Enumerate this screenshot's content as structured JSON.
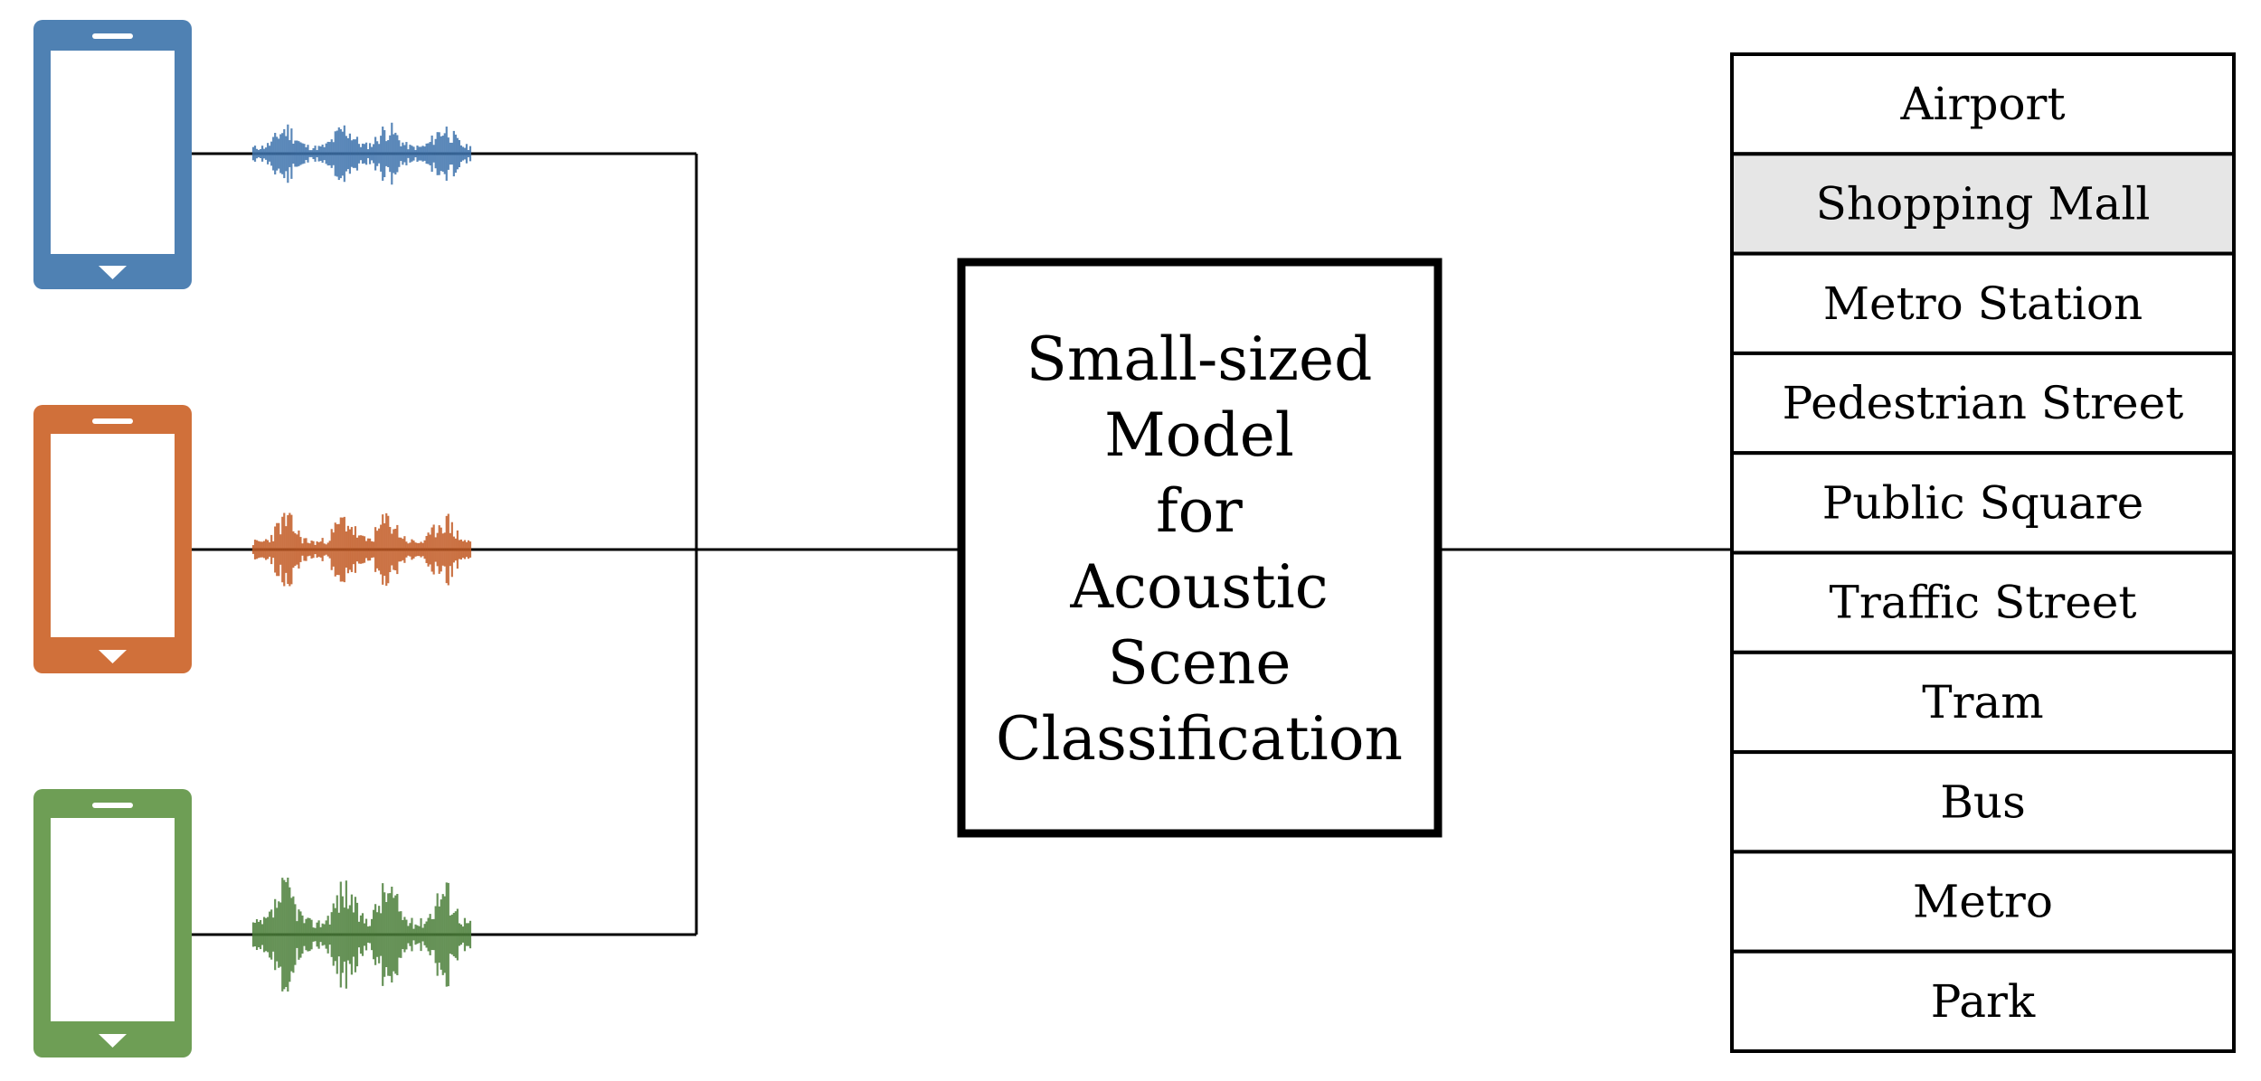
{
  "devices": [
    {
      "color": "#4f81b3",
      "wave_color": "#3e73ad"
    },
    {
      "color": "#d0703a",
      "wave_color": "#c25a24"
    },
    {
      "color": "#6e9e55",
      "wave_color": "#4b7f39"
    }
  ],
  "model": {
    "lines": [
      "Small-sized",
      "Model",
      "for",
      "Acoustic",
      "Scene",
      "Classification"
    ]
  },
  "classes": {
    "highlight_color": "#e6e6e6",
    "highlighted": "Shopping Mall",
    "labels": [
      "Airport",
      "Shopping Mall",
      "Metro Station",
      "Pedestrian Street",
      "Public Square",
      "Traffic Street",
      "Tram",
      "Bus",
      "Metro",
      "Park"
    ]
  }
}
